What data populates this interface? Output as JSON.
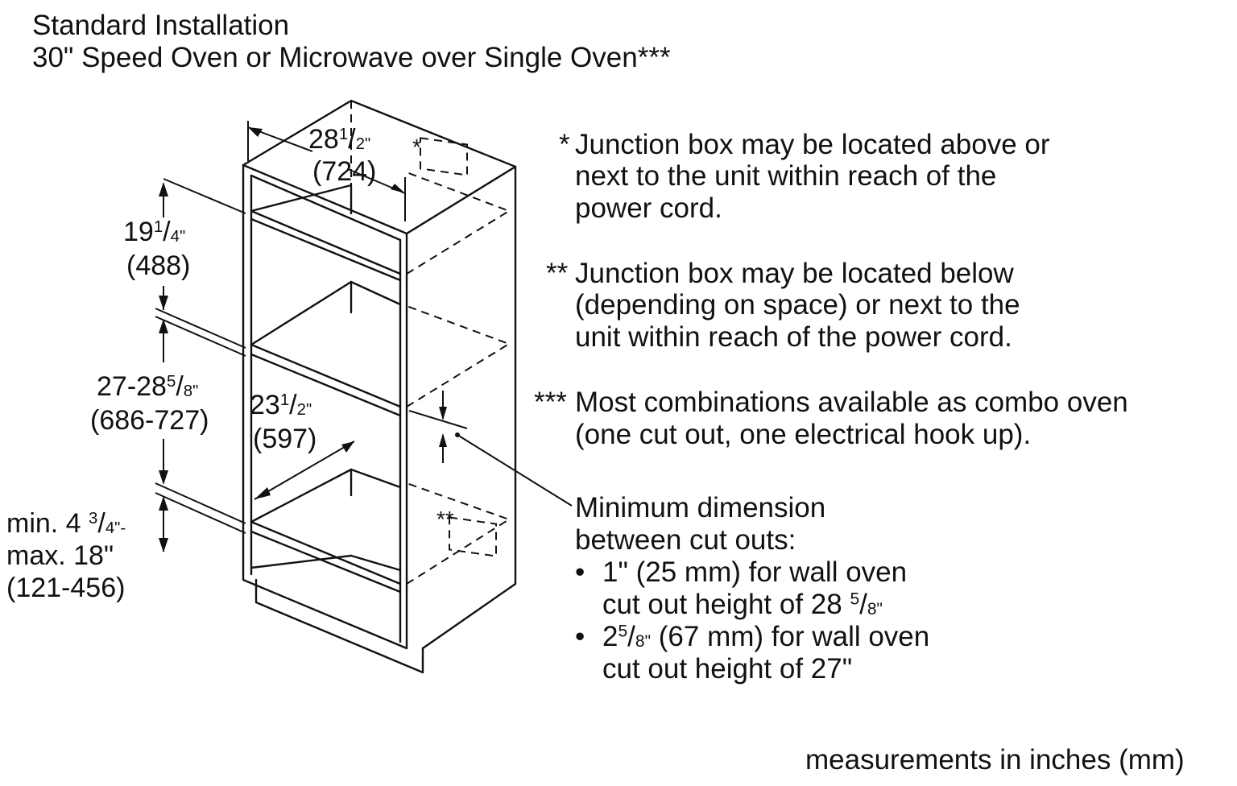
{
  "title": {
    "line1": "Standard Installation",
    "line2": "30\" Speed Oven or Microwave over Single Oven***"
  },
  "dimensions": {
    "top_width": {
      "whole": "28",
      "num": "1",
      "den": "2\"",
      "mm": "(724)"
    },
    "upper_height": {
      "whole": "19",
      "num": "1",
      "den": "4\"",
      "mm": "(488)"
    },
    "middle_height": {
      "prefix": "27-28",
      "num": "5",
      "den": "8\"",
      "mm": "(686-727)"
    },
    "depth": {
      "whole": "23",
      "num": "1",
      "den": "2\"",
      "mm": "(597)"
    },
    "base_height": {
      "line1_prefix": "min. 4 ",
      "num": "3",
      "den": "4\"-",
      "line2": "max. 18\"",
      "line3": "(121-456)"
    }
  },
  "markers": {
    "single": "*",
    "double": "**",
    "triple": "***"
  },
  "notes": {
    "note1": {
      "marker": "*",
      "lines": [
        "Junction box may be located above or",
        "next to the unit within reach of the",
        "power cord."
      ]
    },
    "note2": {
      "marker": "**",
      "lines": [
        "Junction box may be located below",
        "(depending on space) or next to the",
        "unit within reach of the power cord."
      ]
    },
    "note3": {
      "marker": "***",
      "lines": [
        "Most combinations available as combo oven",
        "(one cut out, one electrical hook up)."
      ]
    }
  },
  "minimum": {
    "heading": [
      "Minimum dimension",
      "between cut outs:"
    ],
    "bullet_glyph": "•",
    "item1": {
      "line1": "1\" (25 mm) for wall oven",
      "line2_prefix": "cut out height of 28 ",
      "num": "5",
      "den": "8\""
    },
    "item2": {
      "whole": "2",
      "num": "5",
      "den": "8\"",
      "line1_rest": " (67 mm) for wall oven",
      "line2": "cut out height of 27\""
    }
  },
  "footer": "measurements in inches (mm)"
}
